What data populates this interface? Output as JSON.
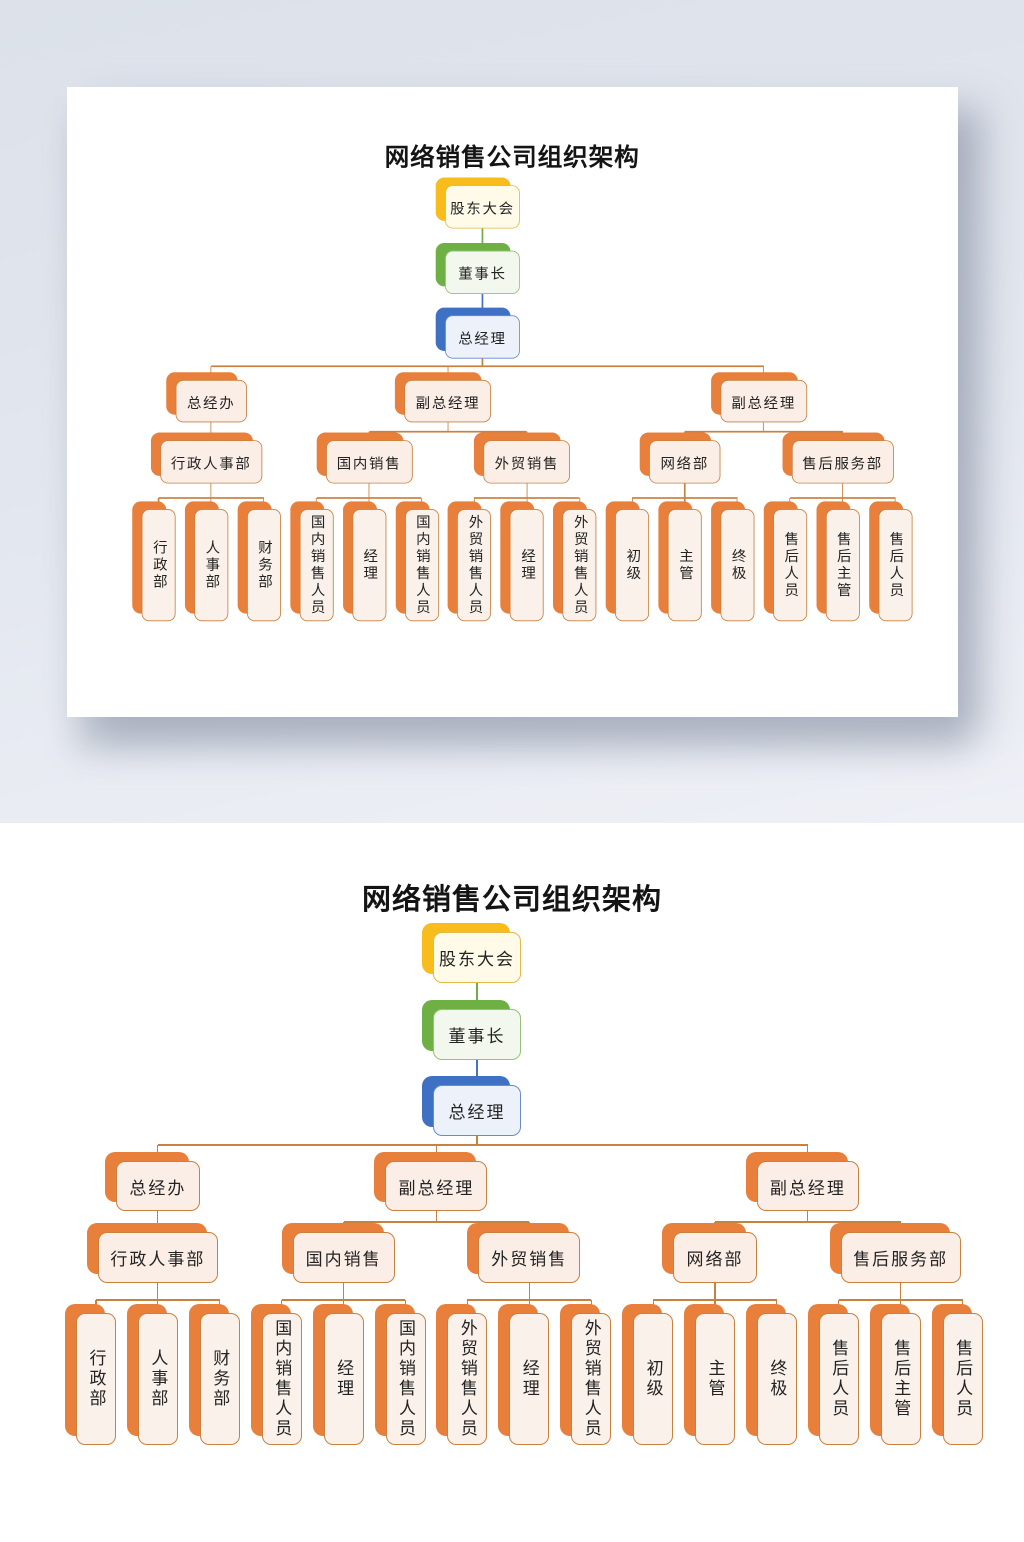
{
  "chart": {
    "title": "网络销售公司组织架构",
    "chain": [
      {
        "label": "股东大会",
        "color": "yellow"
      },
      {
        "label": "董事长",
        "color": "green"
      },
      {
        "label": "总经理",
        "color": "blue"
      }
    ],
    "branches": [
      {
        "label": "总经办",
        "departments": [
          {
            "label": "行政人事部",
            "staff": [
              "行政部",
              "人事部",
              "财务部"
            ]
          }
        ]
      },
      {
        "label": "副总经理",
        "departments": [
          {
            "label": "国内销售",
            "staff": [
              "国内销售人员",
              "经理",
              "国内销售人员"
            ]
          },
          {
            "label": "外贸销售",
            "staff": [
              "外贸销售人员",
              "经理",
              "外贸销售人员"
            ]
          }
        ]
      },
      {
        "label": "副总经理",
        "departments": [
          {
            "label": "网络部",
            "staff": [
              "初级",
              "主管",
              "终极"
            ]
          },
          {
            "label": "售后服务部",
            "staff": [
              "售后人员",
              "售后主管",
              "售后人员"
            ]
          }
        ]
      }
    ],
    "colors": {
      "yellow": {
        "back": "#F8BD1C",
        "fill": "#FFFBE8",
        "border": "#E2BA49"
      },
      "green": {
        "back": "#6FB044",
        "fill": "#F3F8EE",
        "border": "#97C178"
      },
      "blue": {
        "back": "#3E70C4",
        "fill": "#EDF2FA",
        "border": "#688BD0"
      },
      "orange": {
        "back": "#E8803B",
        "fill": "#FBEEE6",
        "border": "#C9813F"
      },
      "orange_leaf": {
        "back": "#E8803B",
        "fill": "#FAF1EA",
        "border": "#C9813F"
      },
      "line": "#C9813F",
      "line_green": "#70AD47",
      "line_blue": "#4472C4",
      "title_text": "#141414",
      "preview_background": "#E2E6EE",
      "paper": "#FFFFFF"
    }
  }
}
